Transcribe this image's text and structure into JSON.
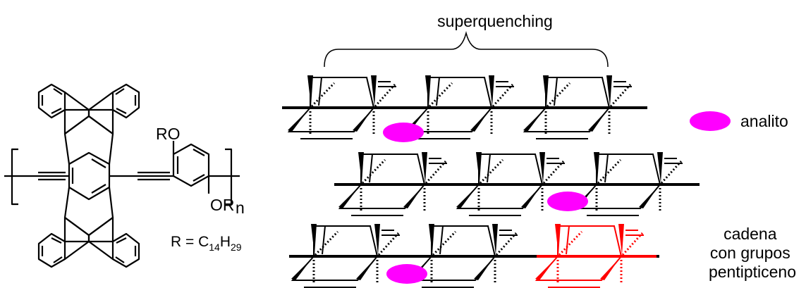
{
  "molecule": {
    "substituent_top": "RO",
    "substituent_bottom": "OR",
    "repeat_subscript": "n",
    "r_definition": {
      "prefix": "R = C",
      "c_count": "14",
      "h_symbol": "H",
      "h_count": "29"
    }
  },
  "diagram": {
    "bracket_label": "superquenching",
    "legend_label": "analito",
    "chain_label_lines": [
      "cadena",
      "con grupos",
      "pentipticeno"
    ],
    "colors": {
      "analyte": "#ff00ff",
      "highlight_chain": "#ff0000",
      "ink": "#000000"
    }
  }
}
